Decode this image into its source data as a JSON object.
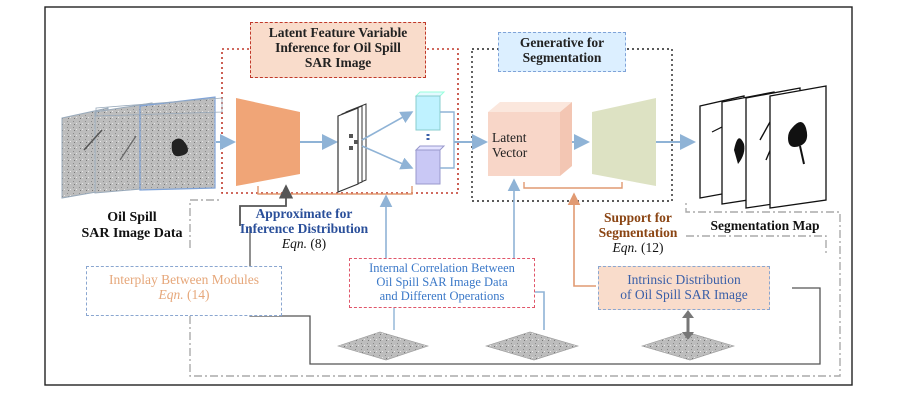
{
  "colors": {
    "inference_box_fill": "#f9dccb",
    "inference_border": "#c0392b",
    "generative_box_fill": "#dcefff",
    "encoder": "#f0a577",
    "decoder": "#dde2c3",
    "latent_cube": "#f8d6c8",
    "cyan_bar": "#bff2ff",
    "violet_bar": "#c9c8f5",
    "interplay_text": "#e6a77a",
    "interplay_border": "#8aa6d0",
    "correlation_text": "#3a78c8",
    "correlation_border": "#e0566a",
    "support_text": "#8b4513",
    "intrinsic_text": "#3a5fa8",
    "arrow_blue": "#8fb3d6",
    "arrow_orange": "#e19a72",
    "arrow_dark": "#444444"
  },
  "labels": {
    "inference_title": [
      "Latent Feature Variable",
      "Inference for Oil Spill",
      "SAR Image"
    ],
    "generative_title": [
      "Generative for",
      "Segmentation"
    ],
    "input_caption": [
      "Oil Spill",
      "SAR Image Data"
    ],
    "output_caption": "Segmentation Map",
    "latent_vector": [
      "Latent",
      "Vector"
    ],
    "approximate": [
      "Approximate for",
      "Inference Distribution"
    ],
    "approximate_eqn": "Eqn.",
    "approximate_eqn_num": " (8)",
    "support": [
      "Support for",
      "Segmentation"
    ],
    "support_eqn": "Eqn.",
    "support_eqn_num": " (12)",
    "interplay": "Interplay Between Modules",
    "interplay_eqn": "Eqn.",
    "interplay_eqn_num": " (14)",
    "correlation": [
      "Internal Correlation Between",
      "Oil Spill SAR Image Data",
      "and Different Operations"
    ],
    "intrinsic": [
      "Intrinsic Distribution",
      "of Oil Spill SAR Image"
    ]
  }
}
